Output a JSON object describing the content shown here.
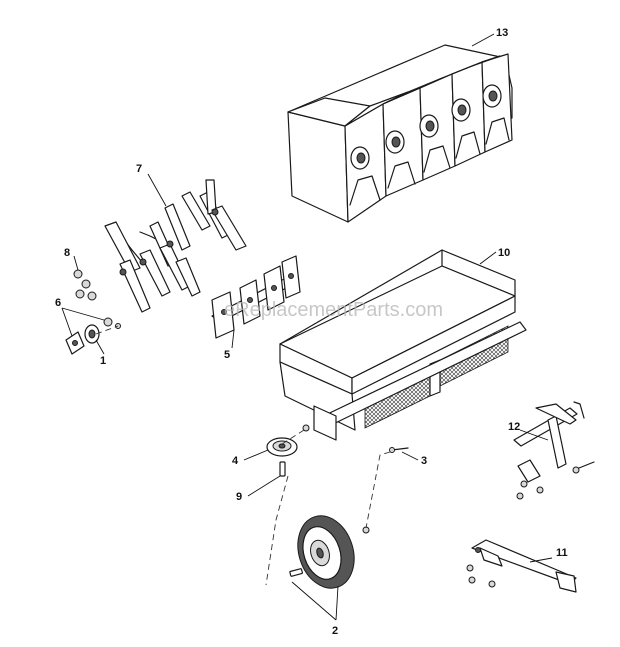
{
  "watermark": "eReplacementParts.com",
  "labels": {
    "p1": "1",
    "p2": "2",
    "p3": "3",
    "p4": "4",
    "p5": "5",
    "p6": "6",
    "p7": "7",
    "p8": "8",
    "p9": "9",
    "p10": "10",
    "p11": "11",
    "p12": "12",
    "p13": "13"
  }
}
